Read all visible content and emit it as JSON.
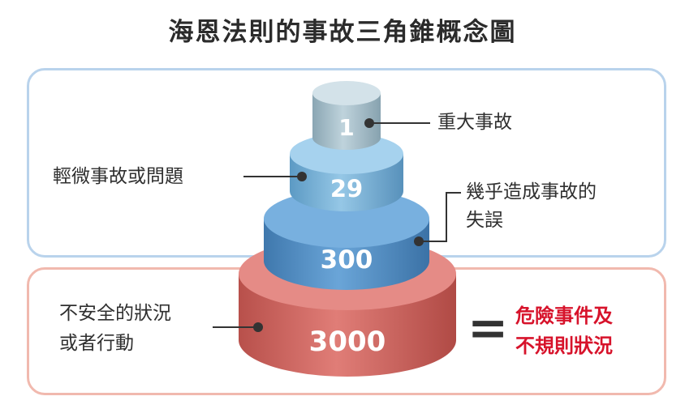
{
  "title": "海恩法則的事故三角錐概念圖",
  "tiers": [
    {
      "value": "1",
      "label": "重大事故"
    },
    {
      "value": "29",
      "label": "輕微事故或問題"
    },
    {
      "value": "300",
      "label_line1": "幾乎造成事故的",
      "label_line2": "失誤"
    },
    {
      "value": "3000",
      "label_line1": "不安全的狀況",
      "label_line2": "或者行動"
    }
  ],
  "equals": "=",
  "result": {
    "line1": "危險事件及",
    "line2": "不規則狀況"
  },
  "colors": {
    "tier1": "#a9c3cf",
    "tier2": "#7bb7dc",
    "tier3": "#5b96cc",
    "tier4": "#d9706b",
    "top_frame": "#b9d3ec",
    "bottom_frame": "#f1b9ae",
    "result_text": "#d7132b"
  }
}
